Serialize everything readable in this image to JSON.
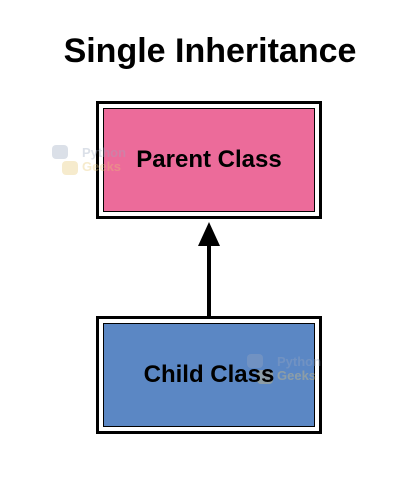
{
  "diagram": {
    "title": "Single Inheritance",
    "parent_box": {
      "label": "Parent Class",
      "color": "#ec6b9a"
    },
    "child_box": {
      "label": "Child Class",
      "color": "#5b87c4"
    },
    "watermark": {
      "line1": "Python",
      "line2": "Geeks",
      "logo_icon": "python-logo-icon"
    },
    "relationship": {
      "from": "Child Class",
      "to": "Parent Class",
      "type": "inherits-from"
    }
  }
}
